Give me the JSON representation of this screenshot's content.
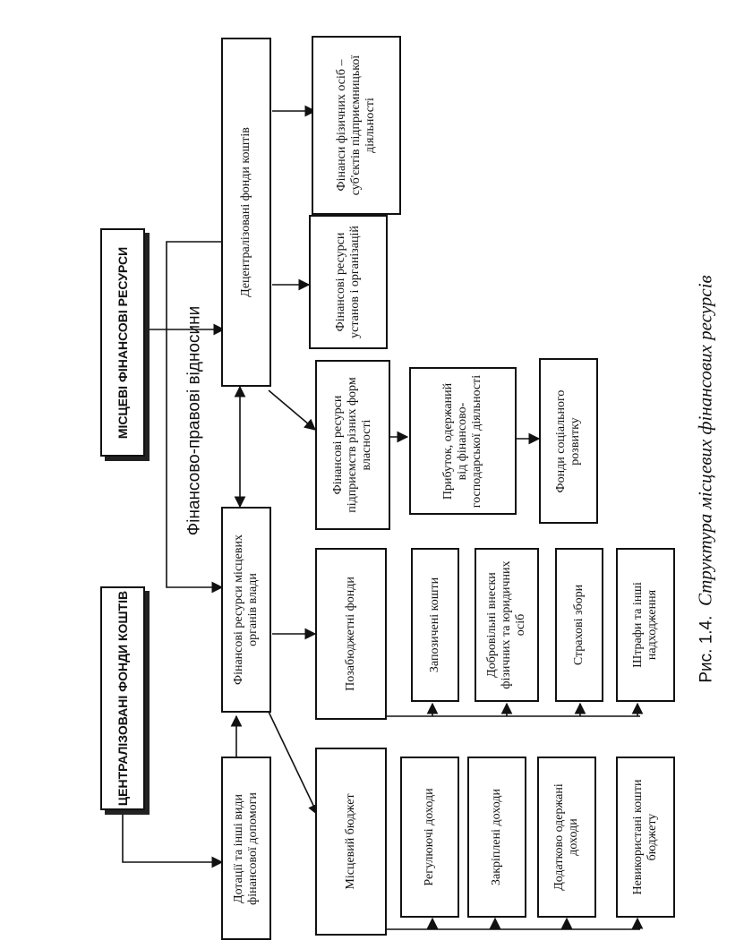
{
  "diagram": {
    "root": "МІСЦЕВІ ФІНАНСОВІ РЕСУРСИ",
    "centralized": "ЦЕНТРАЛІЗОВАНІ ФОНДИ КОШТІВ",
    "decentralized": "Децентралізовані фонди коштів",
    "relations": "Фінансово-правові відносини",
    "subsidies": "Дотації та інші види фінансової допомоги",
    "authorities": "Фінансові ресурси місцевих органів влади",
    "budget": "Місцевий бюджет",
    "budget_items": [
      "Регулюючі доходи",
      "Закріплені доходи",
      "Додатково одержані доходи",
      "Невикористані кошти бюджету"
    ],
    "offbudget": "Позабюджетні фонди",
    "offbudget_items": [
      "Запозичені кошти",
      "Добровільні внески фізичних та юридичних осіб",
      "Страхові збори",
      "Штрафи та інші надходження"
    ],
    "enterprises": "Фінансові ресурси підприємств різних форм власності",
    "profit": "Прибуток, одержаний від фінансово-господарської діяльності",
    "social": "Фонди соціального розвитку",
    "institutions": "Фінансові ресурси установ і організацій",
    "individuals": "Фінанси фізичних осіб – суб'єктів підприємницької діяльності"
  },
  "caption": {
    "label": "Рис. 1.4.",
    "title": "Структура місцевих фінансових ресурсів"
  }
}
